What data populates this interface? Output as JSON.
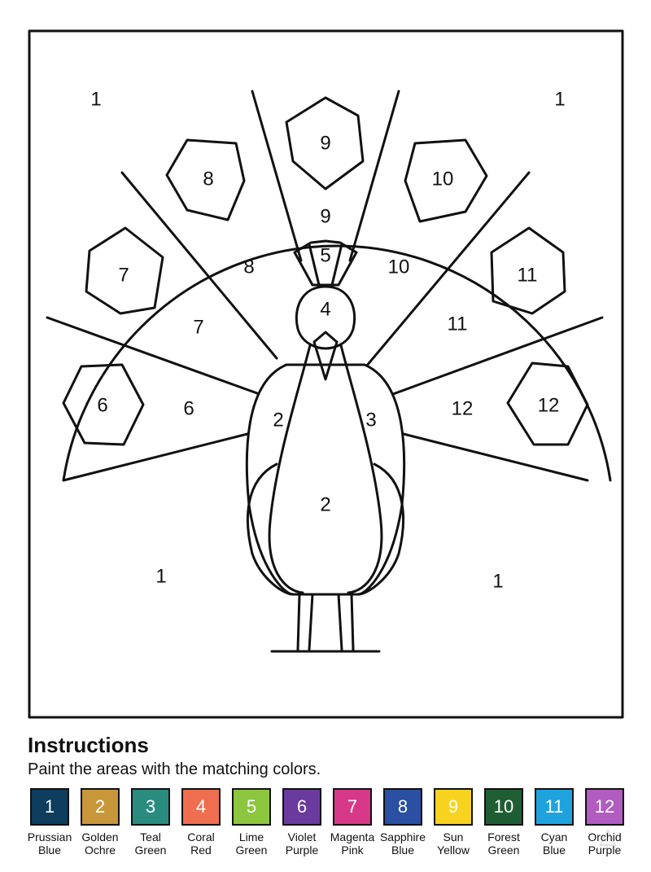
{
  "regions": [
    {
      "label": "1"
    },
    {
      "label": "1"
    },
    {
      "label": "1"
    },
    {
      "label": "1"
    },
    {
      "label": "2"
    },
    {
      "label": "2"
    },
    {
      "label": "3"
    },
    {
      "label": "4"
    },
    {
      "label": "5"
    },
    {
      "label": "6"
    },
    {
      "label": "6"
    },
    {
      "label": "7"
    },
    {
      "label": "7"
    },
    {
      "label": "8"
    },
    {
      "label": "8"
    },
    {
      "label": "9"
    },
    {
      "label": "9"
    },
    {
      "label": "10"
    },
    {
      "label": "10"
    },
    {
      "label": "11"
    },
    {
      "label": "11"
    },
    {
      "label": "12"
    },
    {
      "label": "12"
    }
  ],
  "instructions": {
    "title": "Instructions",
    "text": "Paint the areas with the matching colors."
  },
  "palette": [
    {
      "number": "1",
      "line1": "Prussian",
      "line2": "Blue",
      "color": "#0e3d5e"
    },
    {
      "number": "2",
      "line1": "Golden",
      "line2": "Ochre",
      "color": "#c8973a"
    },
    {
      "number": "3",
      "line1": "Teal",
      "line2": "Green",
      "color": "#2a8c7e"
    },
    {
      "number": "4",
      "line1": "Coral",
      "line2": "Red",
      "color": "#ef6e4f"
    },
    {
      "number": "5",
      "line1": "Lime",
      "line2": "Green",
      "color": "#8cc63f"
    },
    {
      "number": "6",
      "line1": "Violet",
      "line2": "Purple",
      "color": "#6b3a9e"
    },
    {
      "number": "7",
      "line1": "Magenta",
      "line2": "Pink",
      "color": "#d8388a"
    },
    {
      "number": "8",
      "line1": "Sapphire",
      "line2": "Blue",
      "color": "#2a4fa3"
    },
    {
      "number": "9",
      "line1": "Sun",
      "line2": "Yellow",
      "color": "#f7d320"
    },
    {
      "number": "10",
      "line1": "Forest",
      "line2": "Green",
      "color": "#1f5e34"
    },
    {
      "number": "11",
      "line1": "Cyan",
      "line2": "Blue",
      "color": "#1ea3df"
    },
    {
      "number": "12",
      "line1": "Orchid",
      "line2": "Purple",
      "color": "#b05cc0"
    }
  ]
}
